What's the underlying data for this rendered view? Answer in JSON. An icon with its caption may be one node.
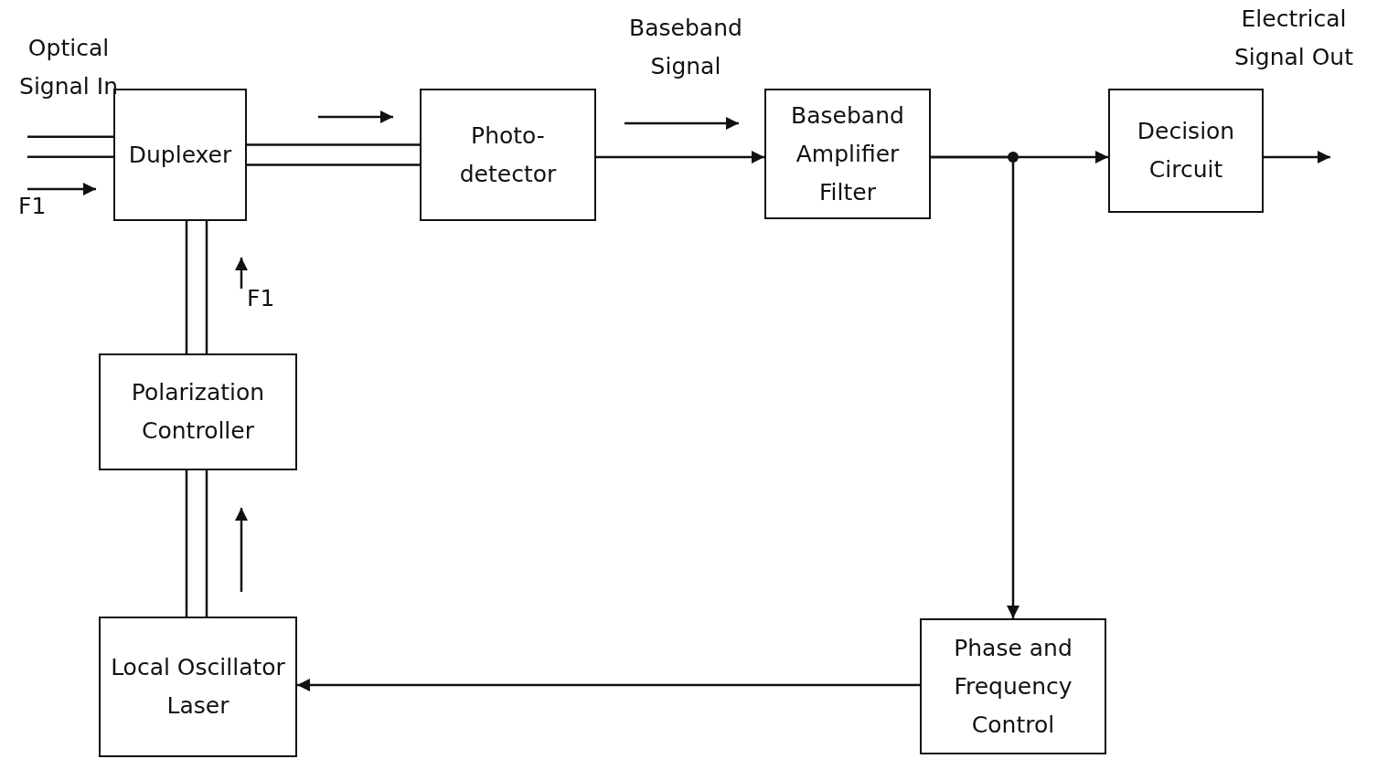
{
  "diagram": {
    "nodes": [
      {
        "text": [
          "Duplexer"
        ]
      },
      {
        "text": [
          "Photo- detector"
        ]
      },
      {
        "text": [
          "Baseband Amplifier Filter"
        ]
      },
      {
        "text": [
          "Decision Circuit"
        ]
      },
      {
        "text": [
          "Polarization Controller"
        ]
      },
      {
        "text": [
          "Local Oscillator Laser"
        ]
      },
      {
        "text": [
          "Phase and Frequency Control"
        ]
      }
    ],
    "edges": [
      {
        "from": null,
        "to": 0,
        "arrow": "none"
      },
      {
        "from": 0,
        "to": 1,
        "arrow": "none"
      },
      {
        "from": 1,
        "to": 2,
        "arrow": "to"
      },
      {
        "from": 2,
        "to": 3,
        "arrow": "to"
      },
      {
        "from": 2,
        "to": 6,
        "arrow": "to"
      },
      {
        "from": 3,
        "to": null,
        "arrow": "to"
      },
      {
        "from": 6,
        "to": 5,
        "arrow": "to"
      },
      {
        "from": 4,
        "to": 0,
        "arrow": "none"
      },
      {
        "from": 5,
        "to": 4,
        "arrow": "none"
      }
    ],
    "labels": [
      "Optical Signal In",
      "F1",
      "Baseband Signal",
      "Electrical Signal Out",
      "F1"
    ]
  }
}
